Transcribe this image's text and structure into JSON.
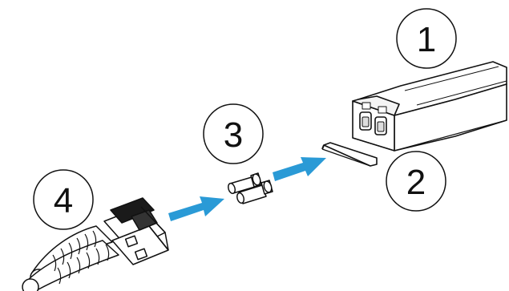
{
  "colors": {
    "line": "#111111",
    "arrow": "#2a9ad6",
    "background": "#ffffff"
  },
  "callouts": [
    {
      "label": "1",
      "part": "sfp-transceiver-module"
    },
    {
      "label": "2",
      "part": "bail-latch"
    },
    {
      "label": "3",
      "part": "dust-plugs"
    },
    {
      "label": "4",
      "part": "lc-duplex-connector"
    }
  ],
  "arrows": [
    {
      "from": "dust-plugs",
      "to": "sfp-transceiver-module"
    },
    {
      "from": "lc-duplex-connector",
      "to": "dust-plugs"
    }
  ]
}
